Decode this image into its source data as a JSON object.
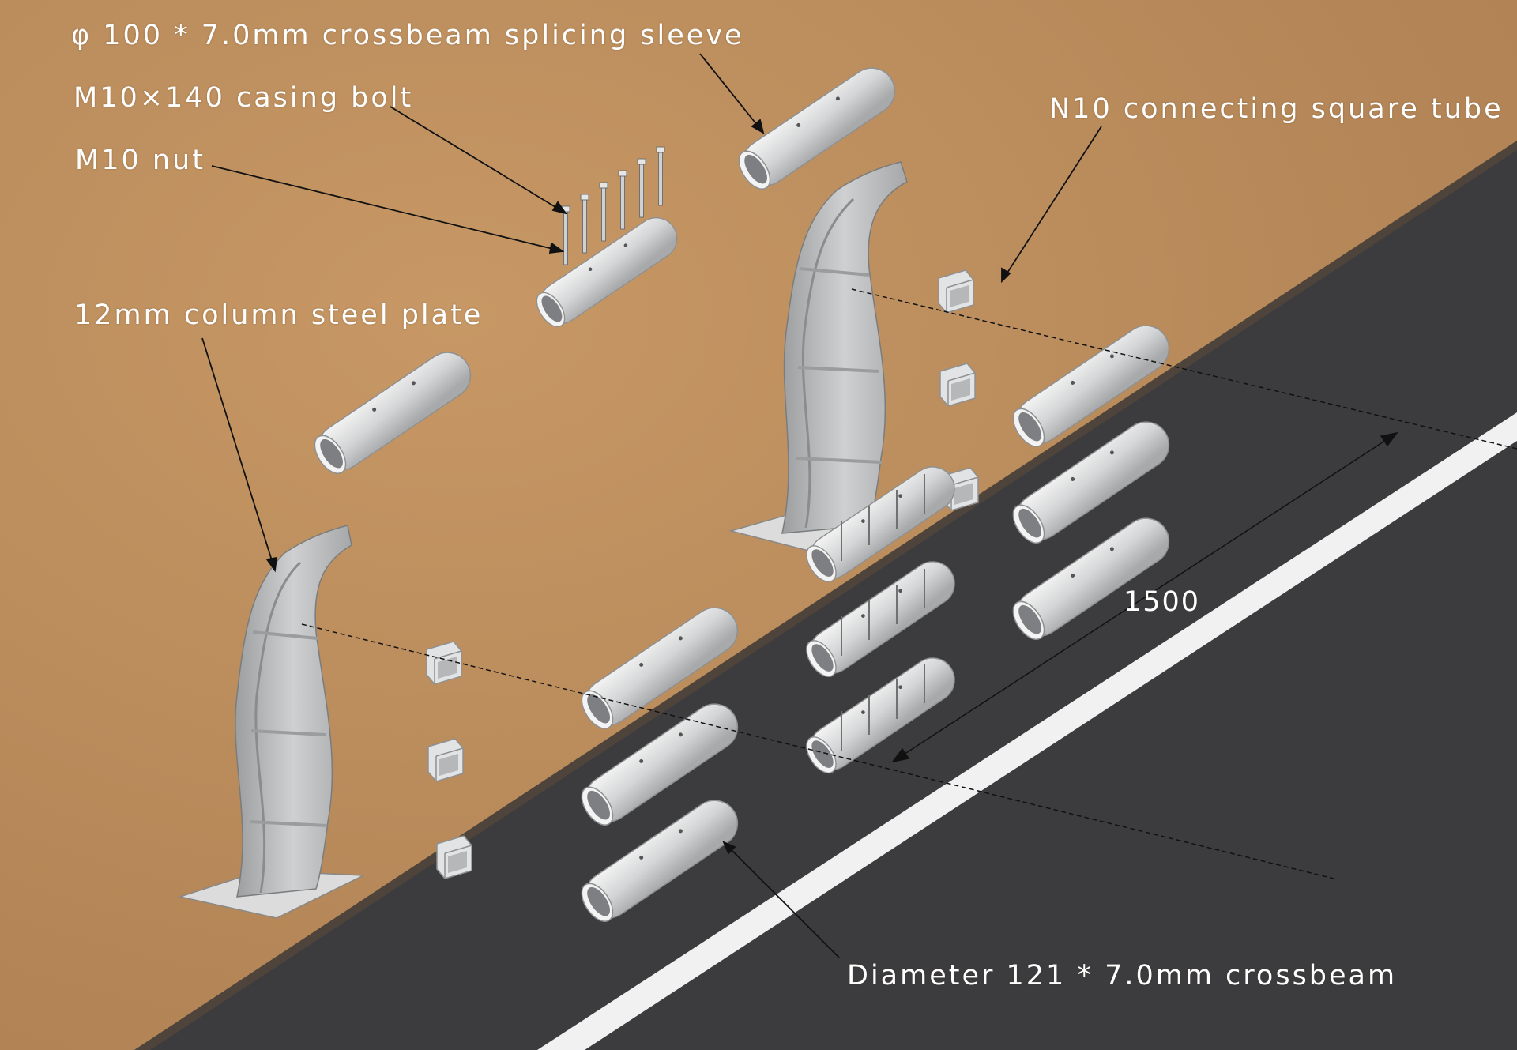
{
  "labels": {
    "splicing_sleeve": "φ 100 * 7.0mm crossbeam splicing sleeve",
    "casing_bolt": "M10×140 casing bolt",
    "nut": "M10 nut",
    "square_tube": "N10 connecting square tube",
    "column_plate": "12mm column steel plate",
    "dimension": "1500",
    "crossbeam": "Diameter 121 * 7.0mm crossbeam"
  },
  "colors": {
    "ground": "#b98a5c",
    "asphalt": "#3c3c3e",
    "road_stripe": "#f1f1f1",
    "steel": "#d8d9da",
    "leader_line": "#111111",
    "label_text": "#ffffff"
  }
}
